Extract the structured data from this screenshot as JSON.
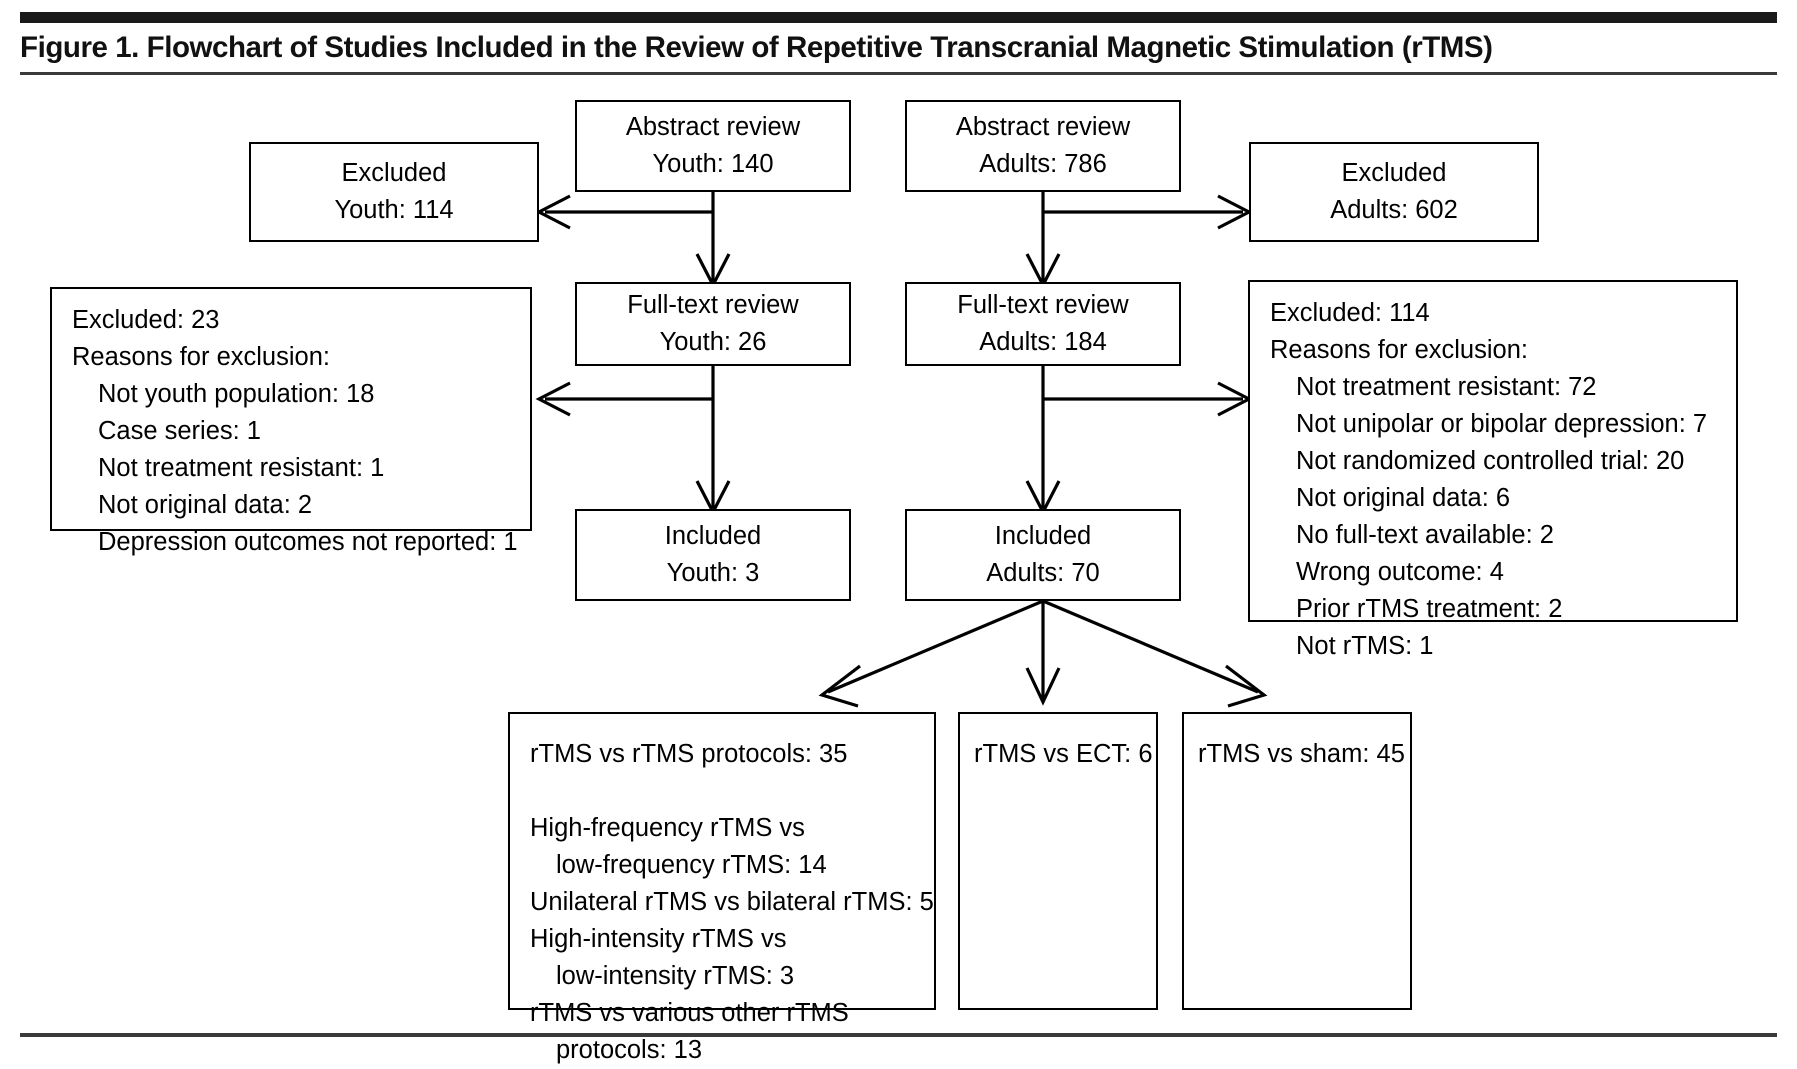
{
  "figure": {
    "title": "Figure 1. Flowchart of Studies Included in the Review of Repetitive Transcranial Magnetic Stimulation (rTMS)"
  },
  "chart_data": {
    "type": "diagram",
    "diagram_kind": "prisma-flowchart",
    "title": "Figure 1. Flowchart of Studies Included in the Review of Repetitive Transcranial Magnetic Stimulation (rTMS)",
    "nodes": [
      {
        "id": "abstract_youth",
        "lines": [
          "Abstract review",
          "Youth: 140"
        ],
        "value": 140
      },
      {
        "id": "abstract_adults",
        "lines": [
          "Abstract review",
          "Adults: 786"
        ],
        "value": 786
      },
      {
        "id": "excluded_abstract_youth",
        "lines": [
          "Excluded",
          "Youth: 114"
        ],
        "value": 114
      },
      {
        "id": "excluded_abstract_adults",
        "lines": [
          "Excluded",
          "Adults: 602"
        ],
        "value": 602
      },
      {
        "id": "fulltext_youth",
        "lines": [
          "Full-text review",
          "Youth: 26"
        ],
        "value": 26
      },
      {
        "id": "fulltext_adults",
        "lines": [
          "Full-text review",
          "Adults: 184"
        ],
        "value": 184
      },
      {
        "id": "included_youth",
        "lines": [
          "Included",
          "Youth: 3"
        ],
        "value": 3
      },
      {
        "id": "included_adults",
        "lines": [
          "Included",
          "Adults: 70"
        ],
        "value": 70
      },
      {
        "id": "excluded_fulltext_youth",
        "value": 23
      },
      {
        "id": "excluded_fulltext_adults",
        "value": 114
      },
      {
        "id": "comparison_protocols",
        "value": 35
      },
      {
        "id": "comparison_ect",
        "value": 6
      },
      {
        "id": "comparison_sham",
        "value": 45
      }
    ],
    "edges": [
      {
        "from": "abstract_youth",
        "to": "excluded_abstract_youth"
      },
      {
        "from": "abstract_youth",
        "to": "fulltext_youth"
      },
      {
        "from": "abstract_adults",
        "to": "excluded_abstract_adults"
      },
      {
        "from": "abstract_adults",
        "to": "fulltext_adults"
      },
      {
        "from": "fulltext_youth",
        "to": "excluded_fulltext_youth"
      },
      {
        "from": "fulltext_youth",
        "to": "included_youth"
      },
      {
        "from": "fulltext_adults",
        "to": "excluded_fulltext_adults"
      },
      {
        "from": "fulltext_adults",
        "to": "included_adults"
      },
      {
        "from": "included_adults",
        "to": "comparison_protocols"
      },
      {
        "from": "included_adults",
        "to": "comparison_ect"
      },
      {
        "from": "included_adults",
        "to": "comparison_sham"
      }
    ]
  },
  "nodes": {
    "abstract_youth": {
      "line1": "Abstract review",
      "line2": "Youth: 140"
    },
    "abstract_adults": {
      "line1": "Abstract review",
      "line2": "Adults: 786"
    },
    "excluded_abstract_youth": {
      "line1": "Excluded",
      "line2": "Youth: 114"
    },
    "excluded_abstract_adults": {
      "line1": "Excluded",
      "line2": "Adults: 602"
    },
    "fulltext_youth": {
      "line1": "Full-text review",
      "line2": "Youth: 26"
    },
    "fulltext_adults": {
      "line1": "Full-text review",
      "line2": "Adults: 184"
    },
    "included_youth": {
      "line1": "Included",
      "line2": "Youth: 3"
    },
    "included_adults": {
      "line1": "Included",
      "line2": "Adults: 70"
    },
    "excluded_fulltext_youth": {
      "heading": "Excluded: 23",
      "subheading": "Reasons for exclusion:",
      "reasons": [
        "Not youth population: 18",
        "Case series: 1",
        "Not treatment resistant: 1",
        "Not original data: 2",
        "Depression outcomes not reported: 1"
      ]
    },
    "excluded_fulltext_adults": {
      "heading": "Excluded: 114",
      "subheading": "Reasons for exclusion:",
      "reasons": [
        "Not treatment resistant: 72",
        "Not unipolar or bipolar depression:  7",
        "Not randomized controlled trial: 20",
        "Not original data: 6",
        "No full-text available: 2",
        "Wrong outcome: 4",
        "Prior rTMS treatment: 2",
        "Not rTMS: 1"
      ]
    },
    "comparison_protocols": {
      "heading": "rTMS vs rTMS protocols: 35",
      "details": [
        {
          "text": "High-frequency rTMS vs",
          "indent": 0
        },
        {
          "text": "low-frequency rTMS: 14",
          "indent": 1
        },
        {
          "text": "Unilateral rTMS vs bilateral rTMS: 5",
          "indent": 0
        },
        {
          "text": "High-intensity rTMS vs",
          "indent": 0
        },
        {
          "text": "low-intensity rTMS: 3",
          "indent": 1
        },
        {
          "text": "rTMS vs various other rTMS",
          "indent": 0
        },
        {
          "text": "protocols: 13",
          "indent": 1
        }
      ]
    },
    "comparison_ect": {
      "heading": "rTMS vs ECT: 6"
    },
    "comparison_sham": {
      "heading": "rTMS vs sham: 45"
    }
  },
  "colors": {
    "ink": "#000000",
    "rule": "#1a1a1a",
    "background": "#ffffff"
  }
}
